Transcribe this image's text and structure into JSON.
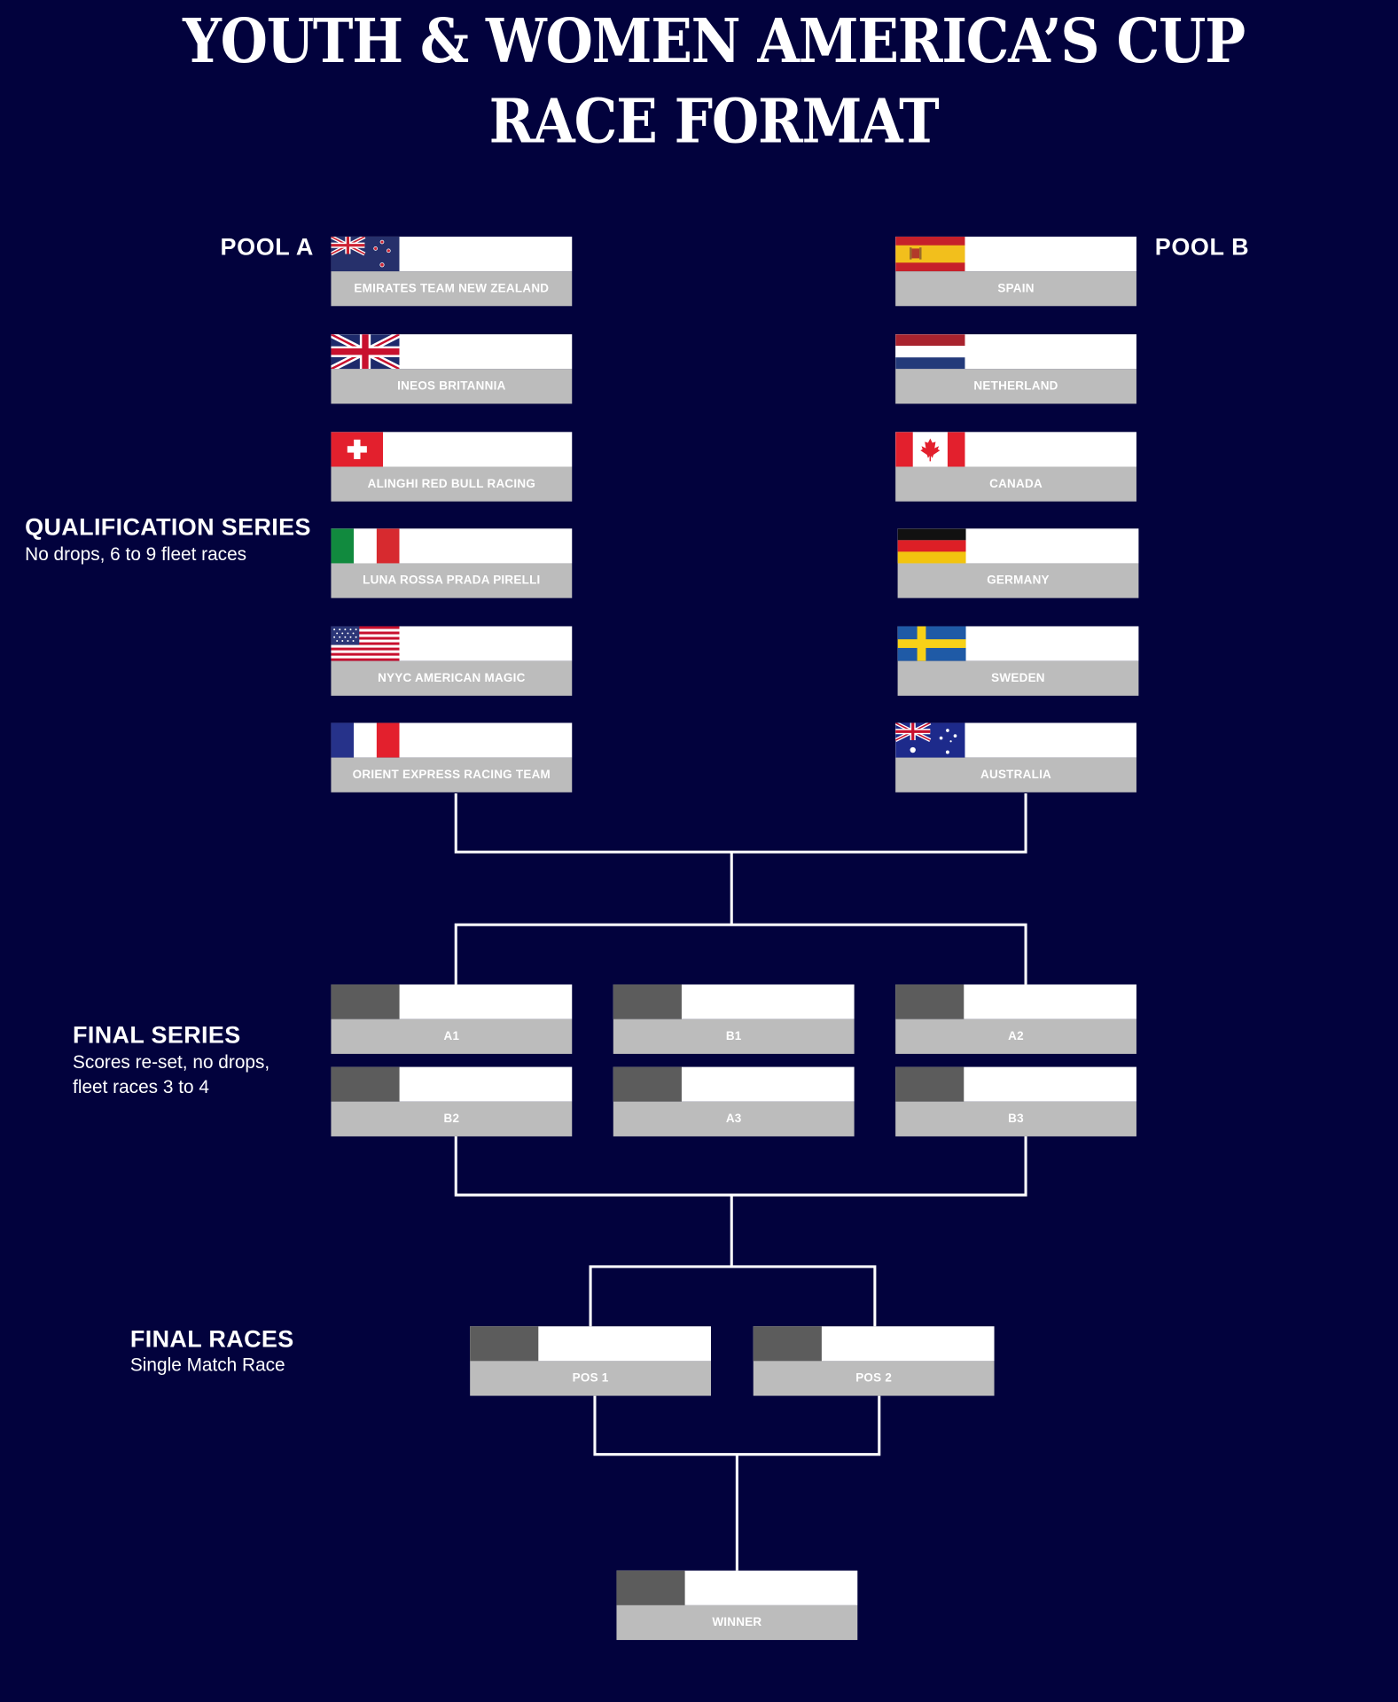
{
  "title": {
    "line1": "YOUTH & WOMEN AMERICA’S CUP",
    "line2": "RACE FORMAT"
  },
  "pools": {
    "a_label": "POOL A",
    "b_label": "POOL B",
    "a": [
      {
        "name": "EMIRATES TEAM NEW ZEALAND",
        "flag": "new-zealand"
      },
      {
        "name": "INEOS BRITANNIA",
        "flag": "united-kingdom"
      },
      {
        "name": "ALINGHI RED BULL RACING",
        "flag": "switzerland"
      },
      {
        "name": "LUNA ROSSA PRADA PIRELLI",
        "flag": "italy"
      },
      {
        "name": "NYYC AMERICAN MAGIC",
        "flag": "united-states"
      },
      {
        "name": "ORIENT EXPRESS RACING TEAM",
        "flag": "france"
      }
    ],
    "b": [
      {
        "name": "SPAIN",
        "flag": "spain"
      },
      {
        "name": "NETHERLAND",
        "flag": "netherlands"
      },
      {
        "name": "CANADA",
        "flag": "canada"
      },
      {
        "name": "GERMANY",
        "flag": "germany"
      },
      {
        "name": "SWEDEN",
        "flag": "sweden"
      },
      {
        "name": "AUSTRALIA",
        "flag": "australia"
      }
    ]
  },
  "stages": {
    "qualification": {
      "heading": "QUALIFICATION SERIES",
      "sub1": "No drops, 6 to 9 fleet races"
    },
    "final_series": {
      "heading": "FINAL SERIES",
      "sub1": "Scores re-set, no drops,",
      "sub2": "fleet races 3 to 4"
    },
    "final_races": {
      "heading": "FINAL RACES",
      "sub1": "Single Match Race"
    }
  },
  "final_series_slots": [
    "A1",
    "B1",
    "A2",
    "B2",
    "A3",
    "B3"
  ],
  "final_race_slots": [
    "POS 1",
    "POS 2"
  ],
  "winner_label": "WINNER",
  "colors": {
    "background": "#02023d",
    "card_label_bg": "#bcbcbc",
    "slot_grey": "#5c5c5c",
    "lines": "#ffffff"
  }
}
